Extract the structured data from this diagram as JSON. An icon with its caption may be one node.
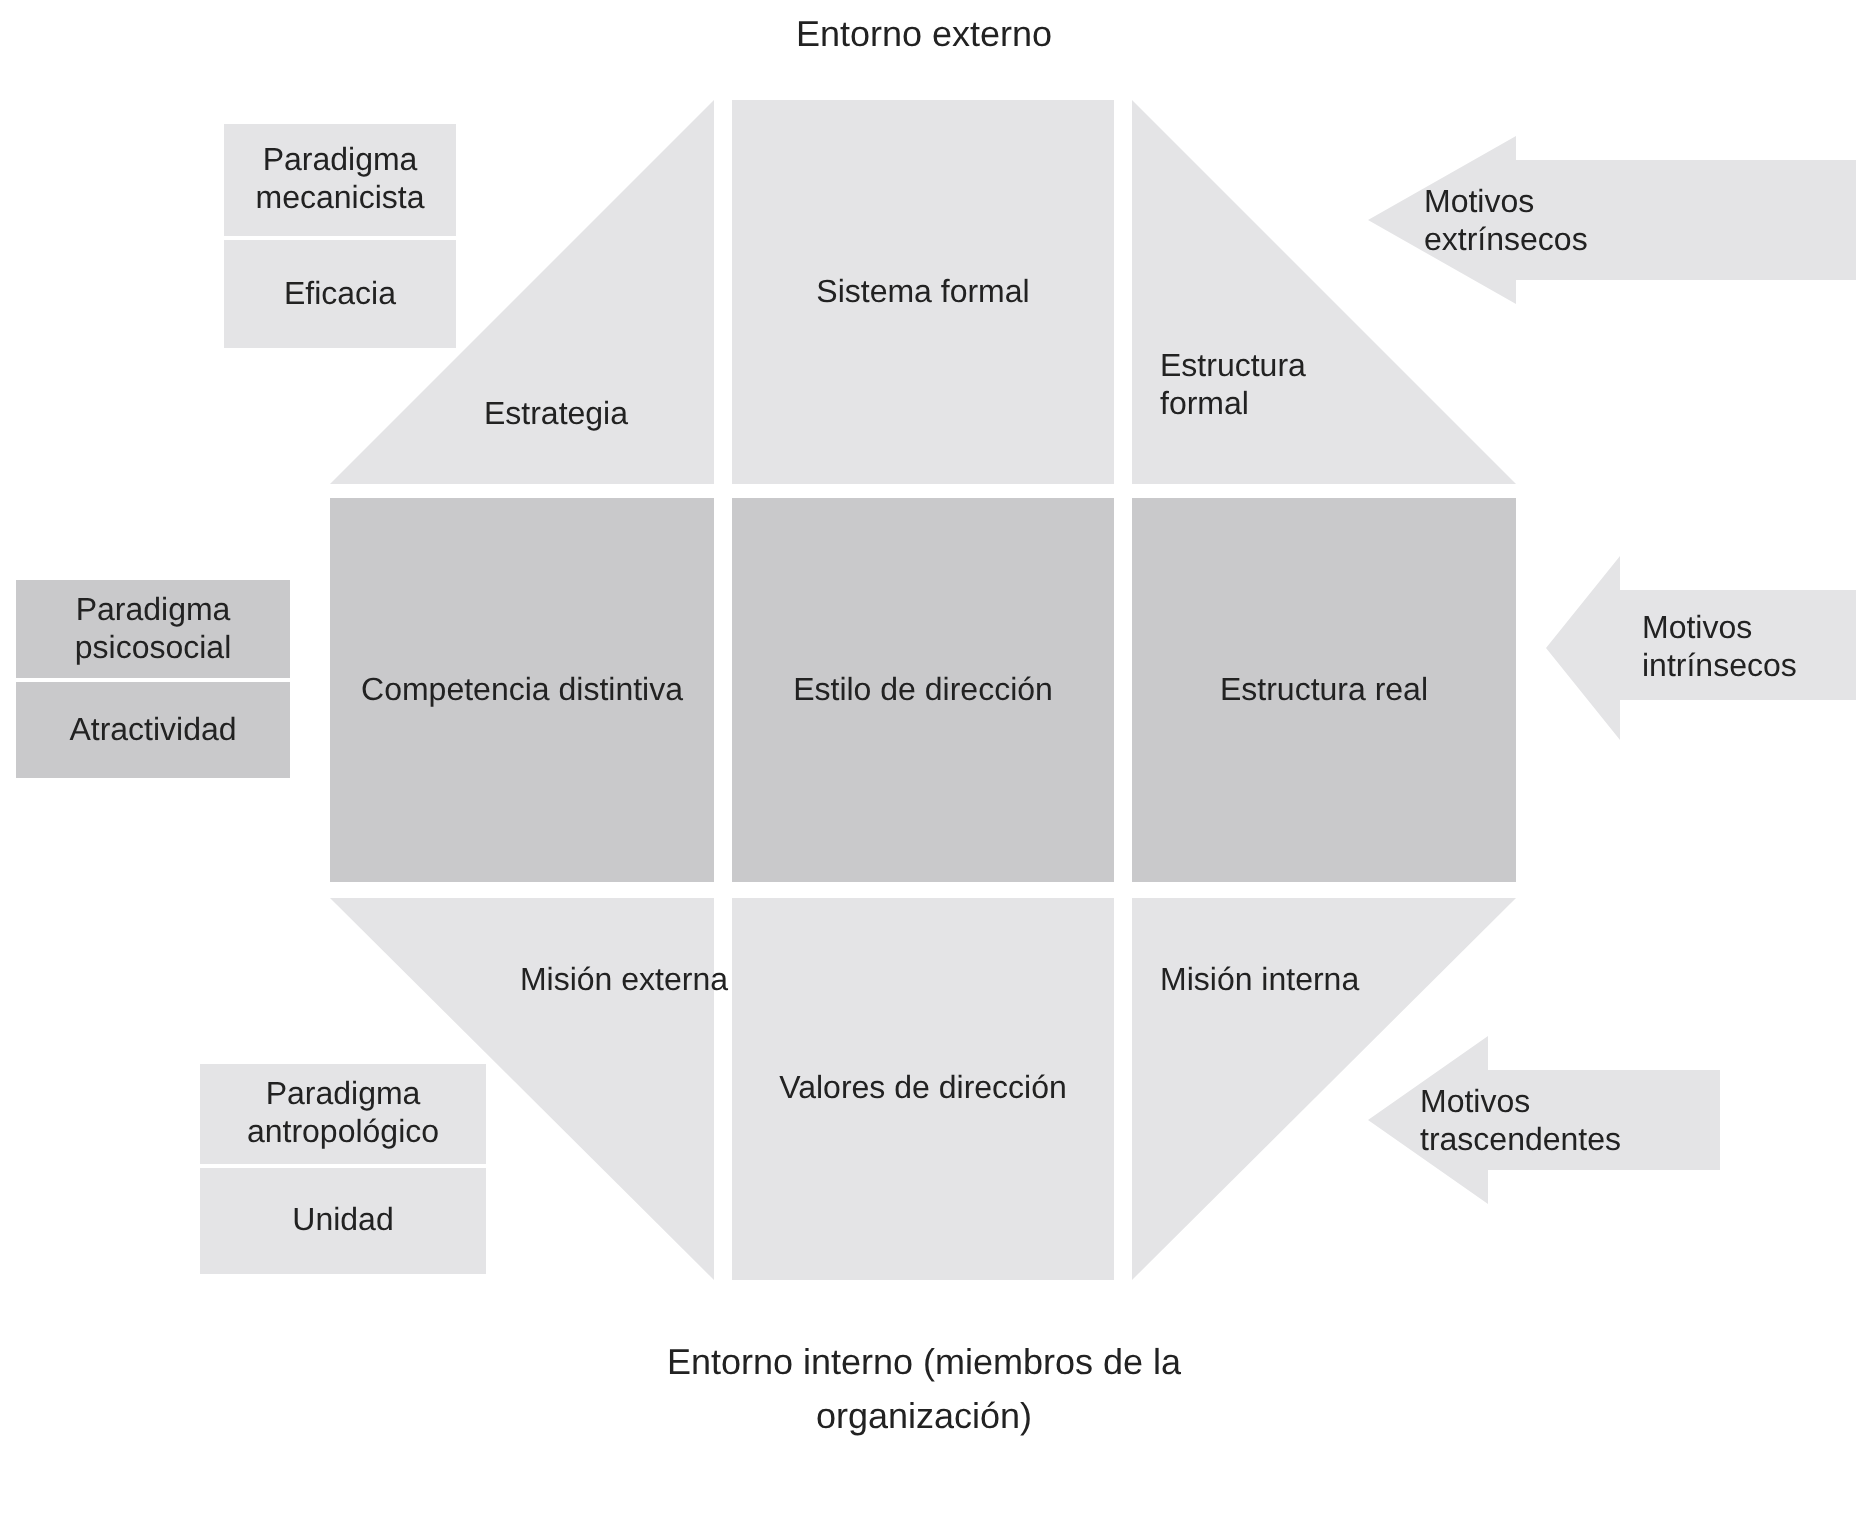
{
  "diagram": {
    "nodes": [
      {
        "text": [
          "Paradigma mecanicista"
        ]
      },
      {
        "text": [
          "Eficacia"
        ]
      },
      {
        "text": [
          "Estrategia"
        ]
      },
      {
        "text": [
          "Sistema formal"
        ]
      },
      {
        "text": [
          "Estructura formal"
        ]
      },
      {
        "text": [
          "Motivos extrínsecos"
        ]
      },
      {
        "text": [
          "Paradigma psicosocial"
        ]
      },
      {
        "text": [
          "Atractividad"
        ]
      },
      {
        "text": [
          "Competencia distintiva"
        ]
      },
      {
        "text": [
          "Estilo de dirección"
        ]
      },
      {
        "text": [
          "Estructura real"
        ]
      },
      {
        "text": [
          "Motivos intrínsecos"
        ]
      },
      {
        "text": [
          "Misión externa"
        ]
      },
      {
        "text": [
          "Valores de dirección"
        ]
      },
      {
        "text": [
          "Misión interna"
        ]
      },
      {
        "text": [
          "Paradigma antropológico"
        ]
      },
      {
        "text": [
          "Unidad"
        ]
      },
      {
        "text": [
          "Motivos trascendentes"
        ]
      }
    ],
    "labels": [
      "Entorno externo",
      "Entorno interno (miembros de la organización)"
    ]
  }
}
